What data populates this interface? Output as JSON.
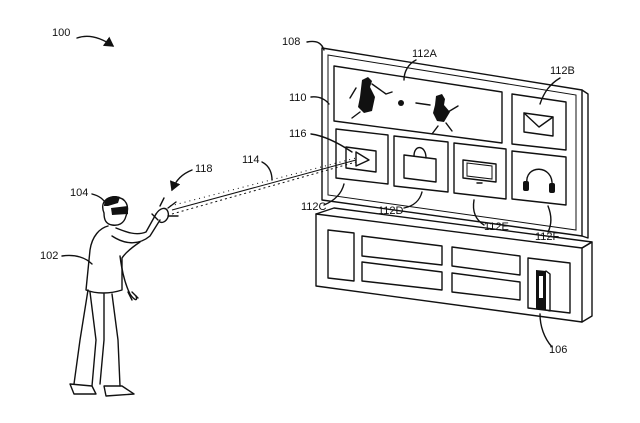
{
  "figure": {
    "labels": {
      "system": "100",
      "user": "102",
      "head_device": "104",
      "console": "106",
      "display_outer": "108",
      "display_inner": "110",
      "tile_a": "112A",
      "tile_b": "112B",
      "tile_c": "112C",
      "tile_d": "112D",
      "tile_e": "112E",
      "tile_f": "112F",
      "cursor": "116",
      "ray": "114",
      "hand_gesture": "118"
    }
  }
}
